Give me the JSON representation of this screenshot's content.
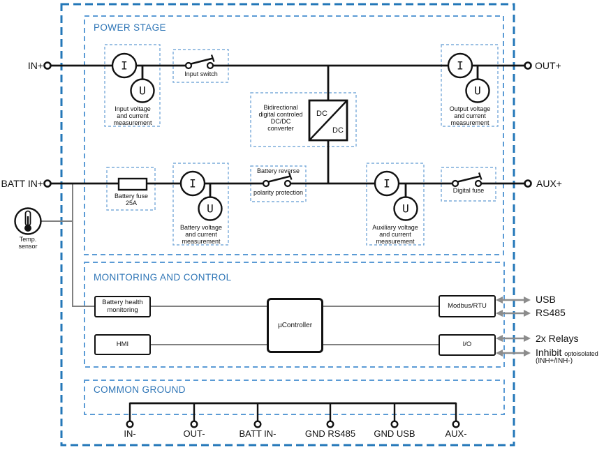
{
  "sections": {
    "power_stage": "POWER STAGE",
    "monitoring": "MONITORING AND CONTROL",
    "common_ground": "COMMON GROUND"
  },
  "terminals": {
    "in_plus": "IN+",
    "out_plus": "OUT+",
    "batt_in_plus": "BATT IN+",
    "aux_plus": "AUX+"
  },
  "meters": {
    "current_label": "I",
    "voltage_label": "U",
    "input": [
      "Input voltage",
      "and current",
      "measurement"
    ],
    "output": [
      "Output voltage",
      "and current",
      "measurement"
    ],
    "battery": [
      "Battery voltage",
      "and current",
      "measurement"
    ],
    "aux": [
      "Auxiliary voltage",
      "and current",
      "measurement"
    ]
  },
  "components": {
    "input_switch": "Input switch",
    "battery_fuse": [
      "Battery fuse",
      "25A"
    ],
    "converter": [
      "Bidirectional",
      "digital controled",
      "DC/DC",
      "converter"
    ],
    "converter_box": [
      "DC",
      "DC"
    ],
    "reverse_protection": [
      "Battery reverse",
      "polarity protection"
    ],
    "digital_fuse": "Digital fuse",
    "temp_sensor": [
      "Temp.",
      "sensor"
    ]
  },
  "monitoring": {
    "battery_health": [
      "Battery health",
      "monitoring"
    ],
    "hmi": "HMI",
    "mcu": "µController",
    "modbus": "Modbus/RTU",
    "io": "I/O"
  },
  "interfaces": {
    "usb": "USB",
    "rs485": "RS485",
    "relays": "2x Relays",
    "inhibit": "Inhibit",
    "inhibit_note": "optoisolated",
    "inhibit_pins": "(INH+/INH-)"
  },
  "ground": {
    "labels": [
      "IN-",
      "OUT-",
      "BATT IN-",
      "GND RS485",
      "GND USB",
      "AUX-"
    ]
  },
  "colors": {
    "outer_border": "#2377b8",
    "section_border": "#5b9bd5",
    "component_border": "#7aabda",
    "section_title": "#2e75b6",
    "wire": "#111111",
    "signal_wire": "#808080",
    "arrow": "#8c8c8c"
  }
}
